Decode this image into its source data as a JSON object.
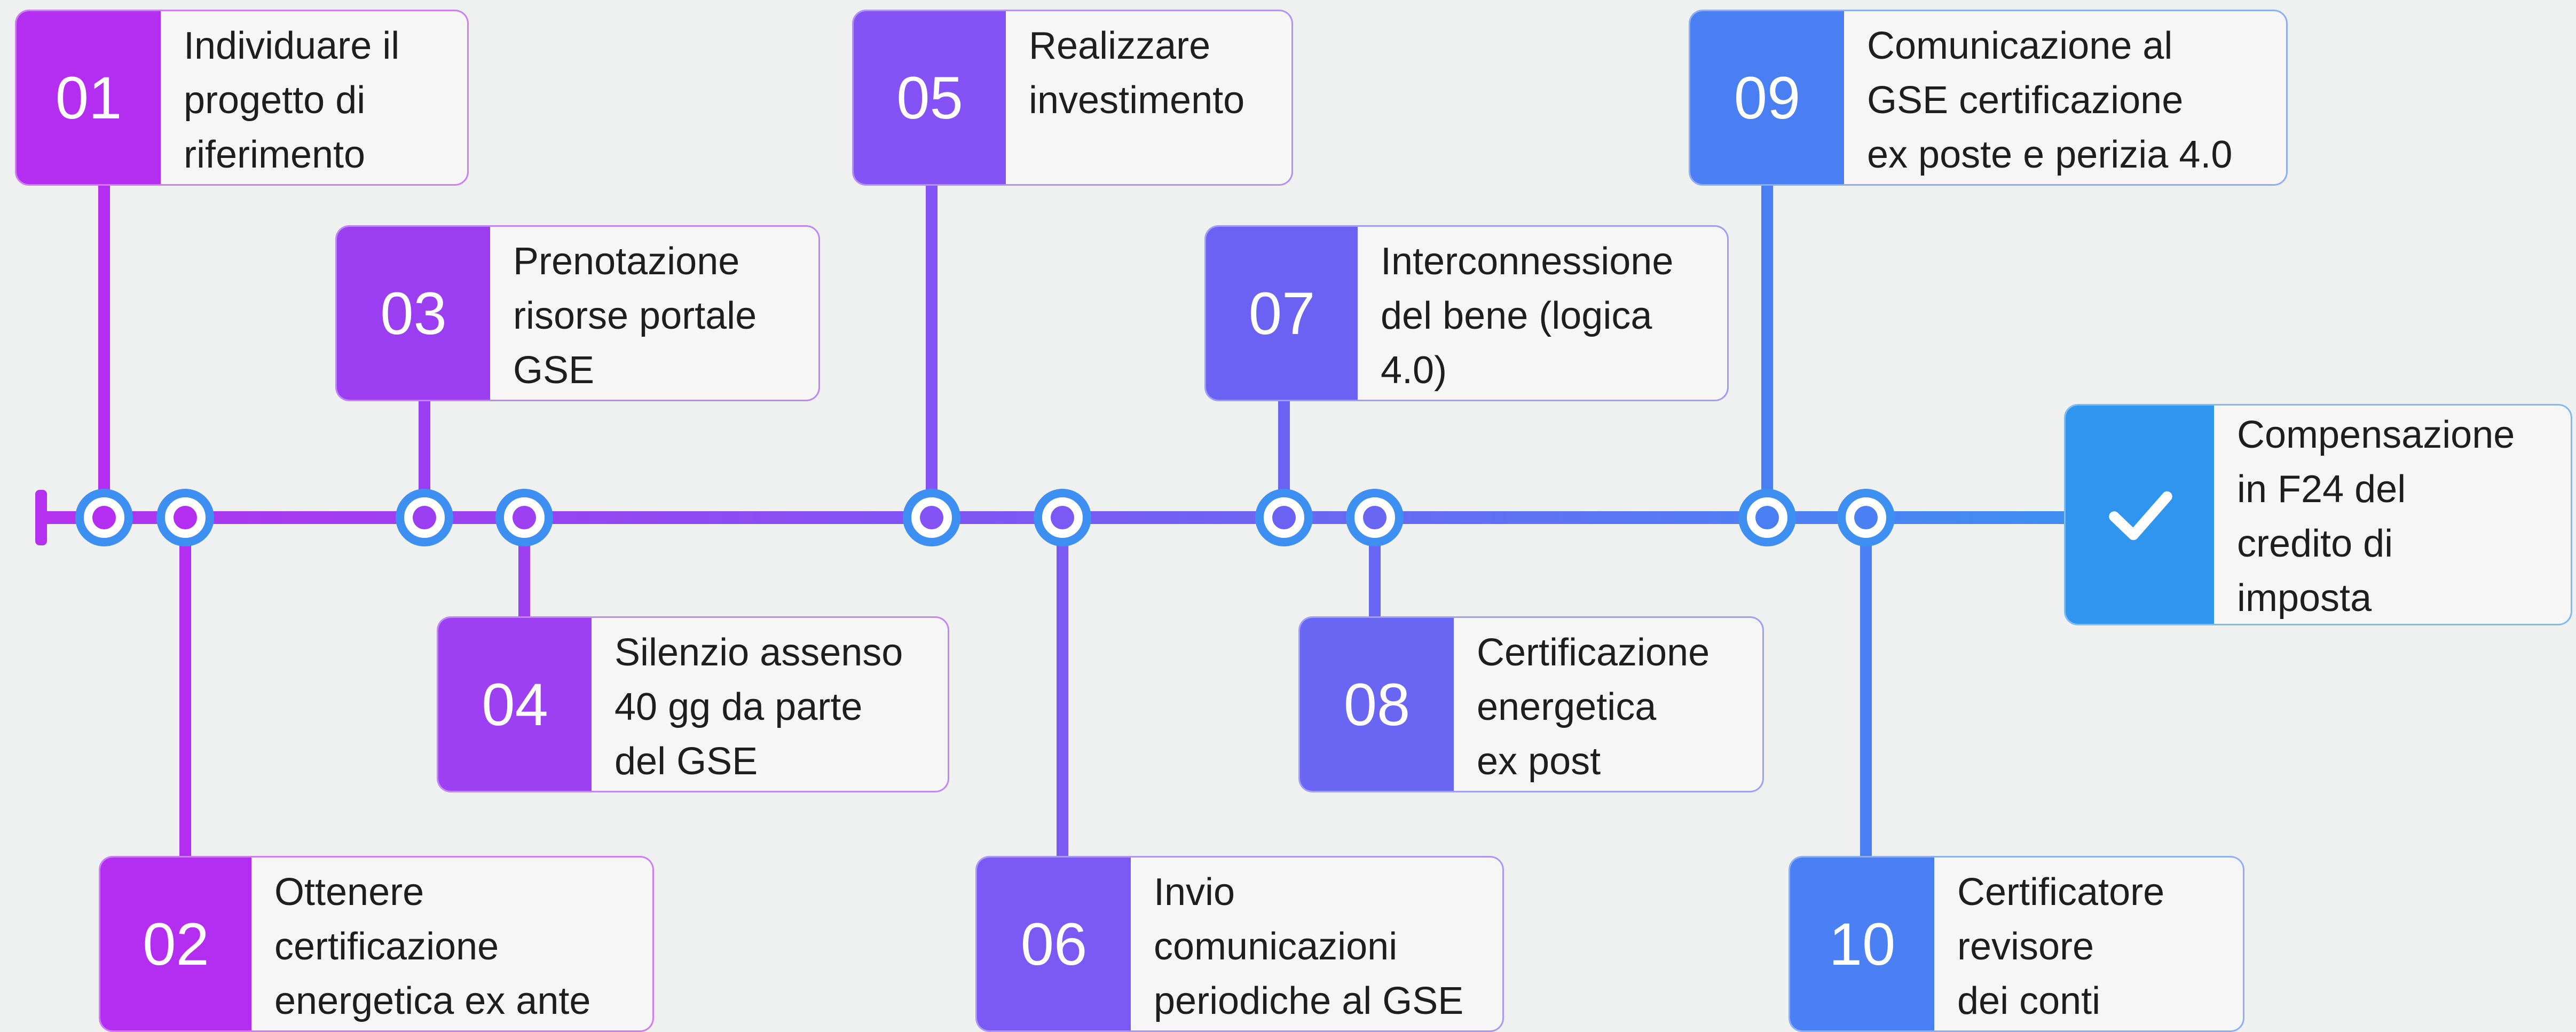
{
  "colors": {
    "background": "#eff0f0",
    "node_fill": "#ffffff",
    "final_accent": "#2f95ee"
  },
  "steps": [
    {
      "id": "s01",
      "number": "01",
      "text": "Individuare il\nprogetto di\nriferimento",
      "color": "#b32ef0"
    },
    {
      "id": "s02",
      "number": "02",
      "text": "Ottenere\ncertificazione\nenergetica ex ante",
      "color": "#b32ef0"
    },
    {
      "id": "s03",
      "number": "03",
      "text": "Prenotazione\nrisorse portale\nGSE",
      "color": "#9b3ef2"
    },
    {
      "id": "s04",
      "number": "04",
      "text": "Silenzio assenso\n40 gg da parte\ndel GSE",
      "color": "#9c40f2"
    },
    {
      "id": "s05",
      "number": "05",
      "text": "Realizzare\ninvestimento",
      "color": "#8552f5"
    },
    {
      "id": "s06",
      "number": "06",
      "text": "Invio\ncomunicazioni\nperiodiche al GSE",
      "color": "#7a59f5"
    },
    {
      "id": "s07",
      "number": "07",
      "text": "Interconnessione\ndel bene (logica\n4.0)",
      "color": "#6b62f4"
    },
    {
      "id": "s08",
      "number": "08",
      "text": "Certificazione\nenergetica\nex post",
      "color": "#6a66f4"
    },
    {
      "id": "s09",
      "number": "09",
      "text": "Comunicazione al\nGSE certificazione\nex poste e perizia 4.0",
      "color": "#4a7ff3"
    },
    {
      "id": "s10",
      "number": "10",
      "text": "Certificatore\nrevisore\ndei conti",
      "color": "#4a80f3"
    }
  ],
  "final": {
    "text": "Compensazione\nin F24 del\ncredito di\nimposta",
    "icon": "checkmark-icon",
    "color": "#2f95ee"
  }
}
